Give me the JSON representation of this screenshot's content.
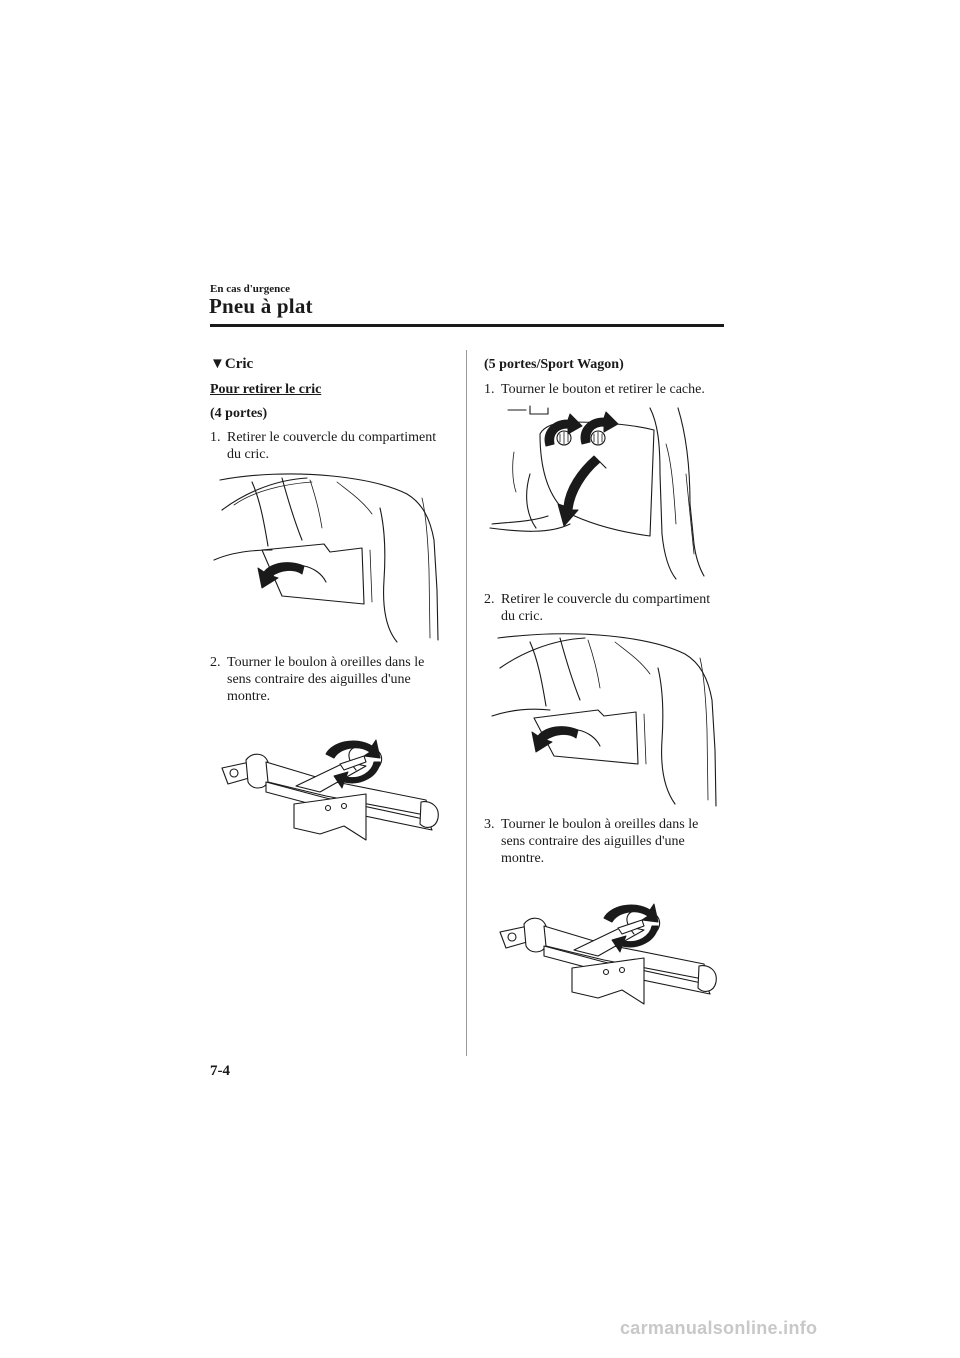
{
  "header": {
    "chapter": "En cas d'urgence",
    "title": "Pneu à plat"
  },
  "left": {
    "section_marker": "▼",
    "section_title": "Cric",
    "subheading": "Pour retirer le cric",
    "group": "(4 portes)",
    "step1": {
      "num": "1.",
      "line1": "Retirer le couvercle du compartiment",
      "line2": "du cric."
    },
    "step2": {
      "num": "2.",
      "line1": "Tourner le boulon à oreilles dans le",
      "line2": "sens contraire des aiguilles d'une",
      "line3": "montre."
    }
  },
  "right": {
    "group": "(5 portes/Sport Wagon)",
    "step1": {
      "num": "1.",
      "line1": "Tourner le bouton et retirer le cache."
    },
    "step2": {
      "num": "2.",
      "line1": "Retirer le couvercle du compartiment",
      "line2": "du cric."
    },
    "step3": {
      "num": "3.",
      "line1": "Tourner le boulon à oreilles dans le",
      "line2": "sens contraire des aiguilles d'une",
      "line3": "montre."
    }
  },
  "footer": {
    "page_number": "7-4",
    "watermark": "carmanualsonline.info"
  }
}
